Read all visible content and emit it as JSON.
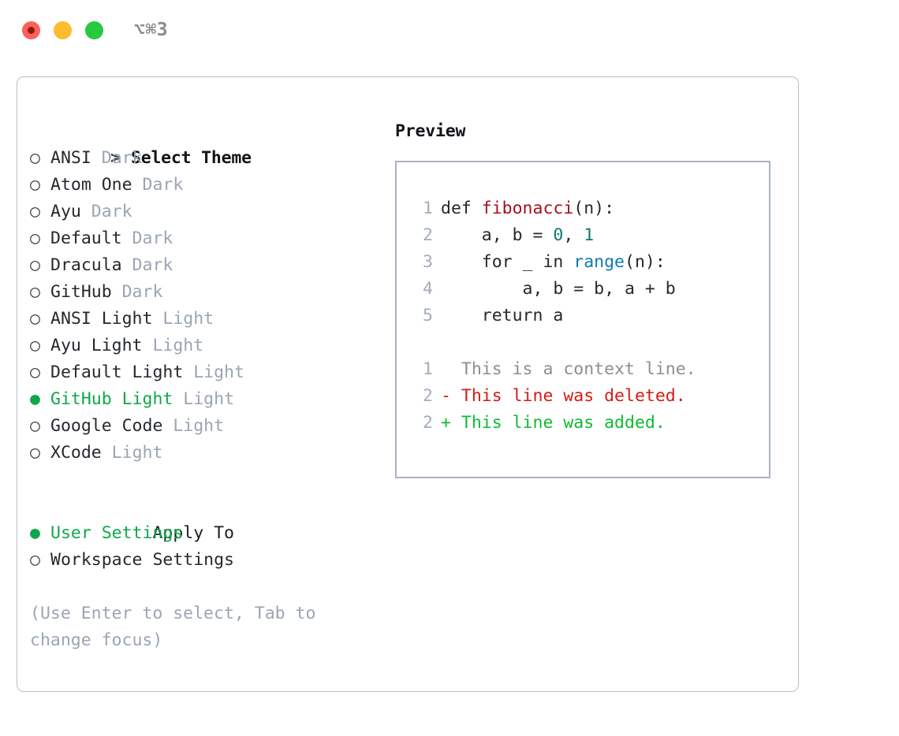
{
  "titlebar": {
    "shortcut": "⌥⌘3",
    "buttons": [
      {
        "name": "close",
        "color": "#fc6158"
      },
      {
        "name": "minimize",
        "color": "#fdbc2e"
      },
      {
        "name": "maximize",
        "color": "#28c83f"
      }
    ]
  },
  "colors": {
    "selected_green": "#0ea84a",
    "muted": "#9aa5b4",
    "text": "#24292e",
    "panel_border": "#b7bfcb",
    "preview_border": "#a9b2c0",
    "syntax_function": "#a3111f",
    "syntax_number": "#0a7a73",
    "syntax_call": "#0f7ab8",
    "diff_removed": "#d61a12",
    "diff_added": "#0fbb32",
    "diff_context": "#8a8f96"
  },
  "theme_list": {
    "heading_marker": ">",
    "heading": "Select Theme",
    "marker_unselected": "○",
    "marker_selected": "●",
    "items": [
      {
        "marker": "○",
        "label": "ANSI",
        "category": "Dark",
        "selected": false
      },
      {
        "marker": "○",
        "label": "Atom One",
        "category": "Dark",
        "selected": false
      },
      {
        "marker": "○",
        "label": "Ayu",
        "category": "Dark",
        "selected": false
      },
      {
        "marker": "○",
        "label": "Default",
        "category": "Dark",
        "selected": false
      },
      {
        "marker": "○",
        "label": "Dracula",
        "category": "Dark",
        "selected": false
      },
      {
        "marker": "○",
        "label": "GitHub",
        "category": "Dark",
        "selected": false
      },
      {
        "marker": "○",
        "label": "ANSI Light",
        "category": "Light",
        "selected": false
      },
      {
        "marker": "○",
        "label": "Ayu Light",
        "category": "Light",
        "selected": false
      },
      {
        "marker": "○",
        "label": "Default Light",
        "category": "Light",
        "selected": false
      },
      {
        "marker": "●",
        "label": "GitHub Light",
        "category": "Light",
        "selected": true
      },
      {
        "marker": "○",
        "label": "Google Code",
        "category": "Light",
        "selected": false
      },
      {
        "marker": "○",
        "label": "XCode",
        "category": "Light",
        "selected": false
      }
    ]
  },
  "apply_to": {
    "heading": "Apply To",
    "items": [
      {
        "marker": "●",
        "label": "User Settings",
        "selected": true
      },
      {
        "marker": "○",
        "label": "Workspace Settings",
        "selected": false
      }
    ]
  },
  "hint": "(Use Enter to select, Tab to change focus)",
  "preview": {
    "title": "Preview",
    "code_lines": [
      {
        "num": "1",
        "tokens": [
          {
            "t": "def ",
            "c": "plain"
          },
          {
            "t": "fibonacci",
            "c": "fn"
          },
          {
            "t": "(n):",
            "c": "plain"
          }
        ]
      },
      {
        "num": "2",
        "tokens": [
          {
            "t": "    a, b = ",
            "c": "plain"
          },
          {
            "t": "0",
            "c": "num"
          },
          {
            "t": ", ",
            "c": "plain"
          },
          {
            "t": "1",
            "c": "num"
          }
        ]
      },
      {
        "num": "3",
        "tokens": [
          {
            "t": "    for _ in ",
            "c": "plain"
          },
          {
            "t": "range",
            "c": "call"
          },
          {
            "t": "(n):",
            "c": "plain"
          }
        ]
      },
      {
        "num": "4",
        "tokens": [
          {
            "t": "        a, b = b, a + b",
            "c": "plain"
          }
        ]
      },
      {
        "num": "5",
        "tokens": [
          {
            "t": "    return a",
            "c": "plain"
          }
        ]
      }
    ],
    "diff_lines": [
      {
        "num": "1",
        "tokens": [
          {
            "t": "  This is a context line.",
            "c": "ctx"
          }
        ]
      },
      {
        "num": "2",
        "tokens": [
          {
            "t": "- This line was deleted.",
            "c": "del"
          }
        ]
      },
      {
        "num": "2",
        "tokens": [
          {
            "t": "+ This line was added.",
            "c": "add"
          }
        ]
      }
    ]
  }
}
